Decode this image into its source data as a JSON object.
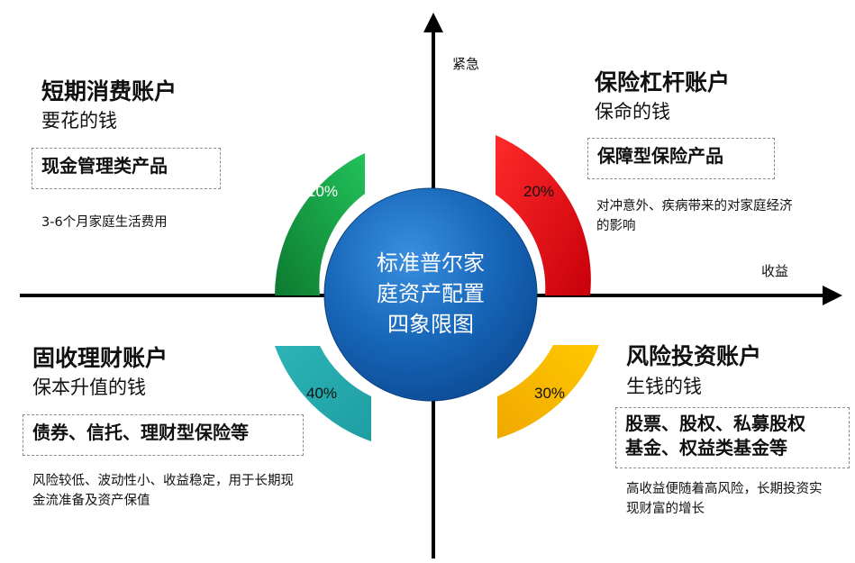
{
  "center": {
    "lines": [
      "标准普尔家",
      "庭资产配置",
      "四象限图"
    ]
  },
  "axes": {
    "vertical_label": "紧急",
    "horizontal_label": "收益"
  },
  "quadrants": {
    "top_left": {
      "title": "短期消费账户",
      "subtitle": "要花的钱",
      "products": [
        "现金管理类产品"
      ],
      "description": "3-6个月家庭生活费用",
      "percent": "10%",
      "color": "#1aa54a"
    },
    "top_right": {
      "title": "保险杠杆账户",
      "subtitle": "保命的钱",
      "products": [
        "保障型保险产品"
      ],
      "description": "对冲意外、疾病带来的对家庭经济的影响",
      "percent": "20%",
      "color": "#e8141b"
    },
    "bottom_left": {
      "title": "固收理财账户",
      "subtitle": "保本升值的钱",
      "products": [
        "债券、信托、理财型保险等"
      ],
      "description": "风险较低、波动性小、收益稳定，用于长期现金流准备及资产保值",
      "percent": "40%",
      "color": "#27adb0"
    },
    "bottom_right": {
      "title": "风险投资账户",
      "subtitle": "生钱的钱",
      "products": [
        "股票、股权、私募股权",
        "基金、权益类基金等"
      ],
      "description": "高收益便随着高风险，长期投资实现财富的增长",
      "percent": "30%",
      "color": "#f5b800"
    }
  }
}
